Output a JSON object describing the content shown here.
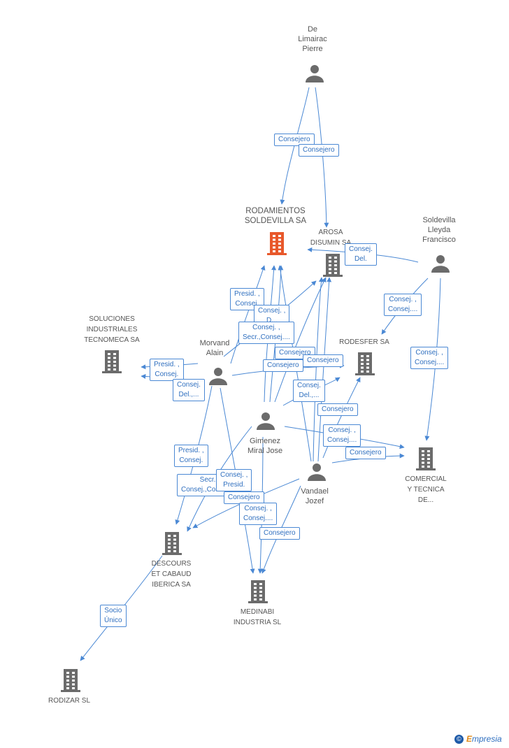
{
  "nodes": {
    "de_limairac": {
      "label": "De\nLimairac\nPierre",
      "kind": "person"
    },
    "rodamientos": {
      "label": "RODAMIENTOS\nSOLDEVILLA SA",
      "kind": "company-main"
    },
    "arosa": {
      "label": "AROSA\nDISUMIN SA",
      "kind": "company"
    },
    "soldevilla": {
      "label": "Soldevilla\nLleyda\nFrancisco",
      "kind": "person"
    },
    "soluciones": {
      "label": "SOLUCIONES\nINDUSTRIALES\nTECNOMECA SA",
      "kind": "company"
    },
    "morvand": {
      "label": "Morvand\nAlain",
      "kind": "person"
    },
    "rodesfer": {
      "label": "RODESFER SA",
      "kind": "company"
    },
    "gimenez": {
      "label": "Gimenez\nMiral Jose",
      "kind": "person"
    },
    "comercial": {
      "label": "COMERCIAL\nY TECNICA\nDE...",
      "kind": "company"
    },
    "vandael": {
      "label": "Vandael\nJozef",
      "kind": "person"
    },
    "descours": {
      "label": "DESCOURS\nET CABAUD\nIBERICA SA",
      "kind": "company"
    },
    "medinabi": {
      "label": "MEDINABI\nINDUSTRIA SL",
      "kind": "company"
    },
    "rodizar": {
      "label": "RODIZAR SL",
      "kind": "company"
    }
  },
  "edge_labels": [
    "Consejero",
    "Consejero",
    "Consej.\nDel.",
    "Presid. ,\nConsej.",
    "Consej. ,\nConsej....",
    "Consej. ,\nD...",
    "Consej. ,\nSecr.,Consej....",
    "Consej. ,\nConsej....",
    "Consejero",
    "Consejero",
    "Presid. ,\nConsej.",
    "Consej.\nDel.,...",
    "Consejero",
    "Consej.\nDel.,...",
    "Consejero",
    "Consej. ,\nConsej....",
    "Consejero",
    "Presid. ,\nConsej.",
    "Secr.,\nConsej.,Consej....",
    "Consej. ,\nPresid.",
    "Consejero",
    "Consej. ,\nConsej....",
    "Consejero",
    "Socio\nÚnico"
  ],
  "colors": {
    "edge": "#4a88d4",
    "icon": "#6b6b6b",
    "main": "#e8582b"
  },
  "brand": {
    "copyright": "©",
    "name_first": "E",
    "name_rest": "mpresia"
  }
}
